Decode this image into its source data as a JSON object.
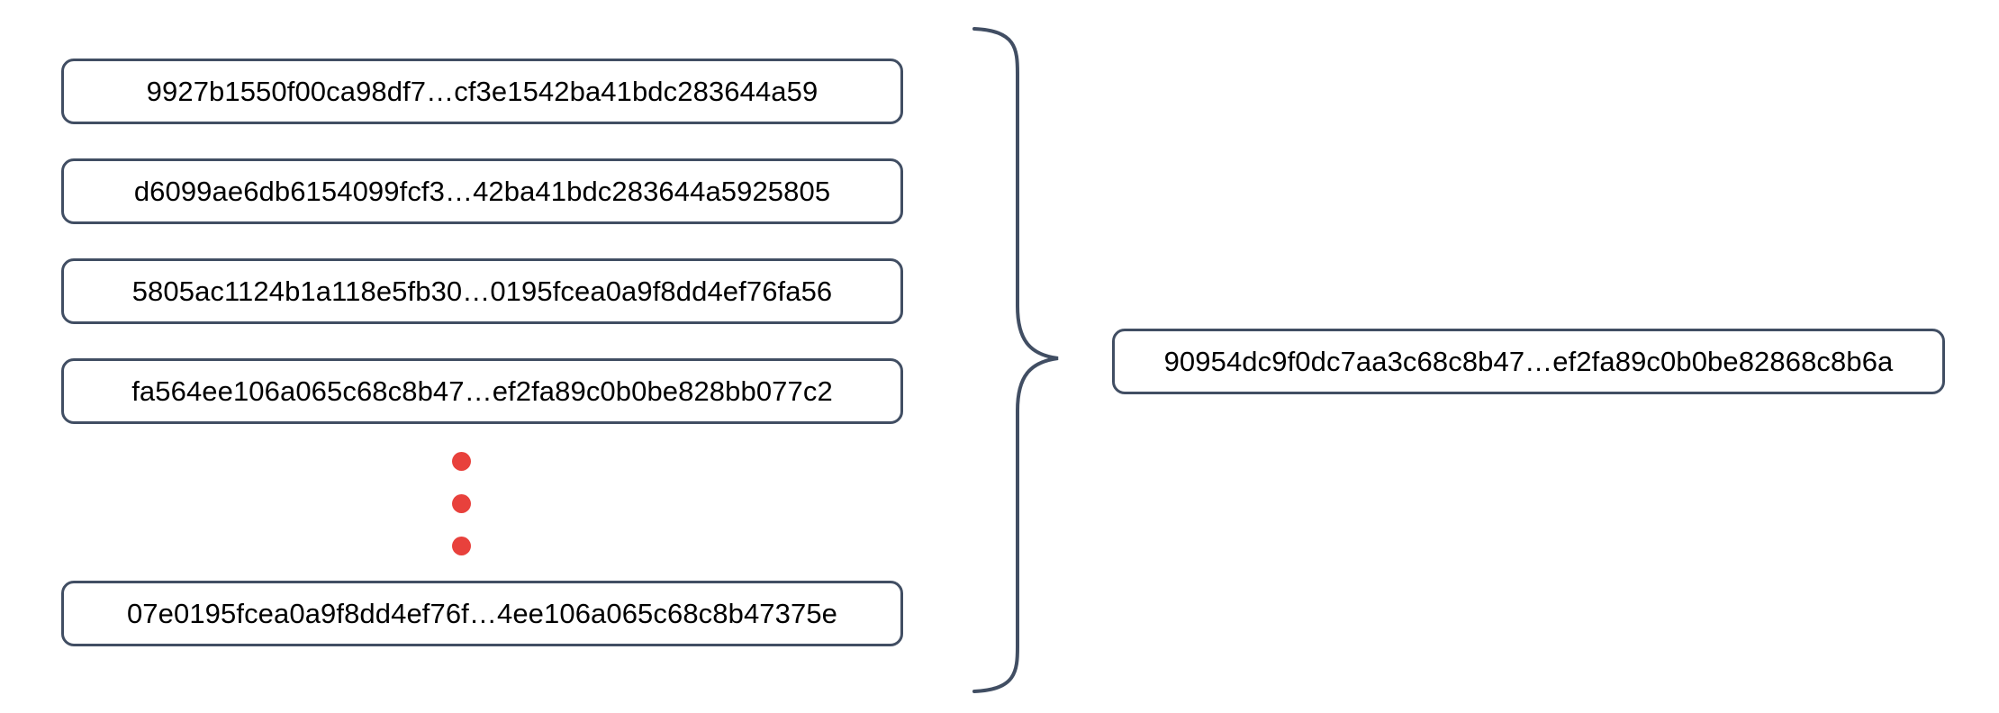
{
  "diagram": {
    "title": "Hash aggregation brace diagram",
    "colors": {
      "box_border": "#414E63",
      "box_fill": "#FFFFFF",
      "text": "#000000",
      "brace_stroke": "#414E63",
      "ellipsis_dot": "#E8413C",
      "background": "#FFFFFF"
    },
    "inputs": [
      {
        "hash": "9927b1550f00ca98df7…cf3e1542ba41bdc283644a59"
      },
      {
        "hash": "d6099ae6db6154099fcf3…42ba41bdc283644a5925805"
      },
      {
        "hash": "5805ac1124b1a118e5fb30…0195fcea0a9f8dd4ef76fa56"
      },
      {
        "hash": "fa564ee106a065c68c8b47…ef2fa89c0b0be828bb077c2"
      },
      {
        "hash": "07e0195fcea0a9f8dd4ef76f…4ee106a065c68c8b47375e"
      }
    ],
    "ellipsis": {
      "label": "vertical-ellipsis",
      "dot_count": 3
    },
    "brace": {
      "label": "grouping-brace",
      "orientation": "right-pointing"
    },
    "output": {
      "hash": "90954dc9f0dc7aa3c68c8b47…ef2fa89c0b0be82868c8b6a"
    }
  }
}
